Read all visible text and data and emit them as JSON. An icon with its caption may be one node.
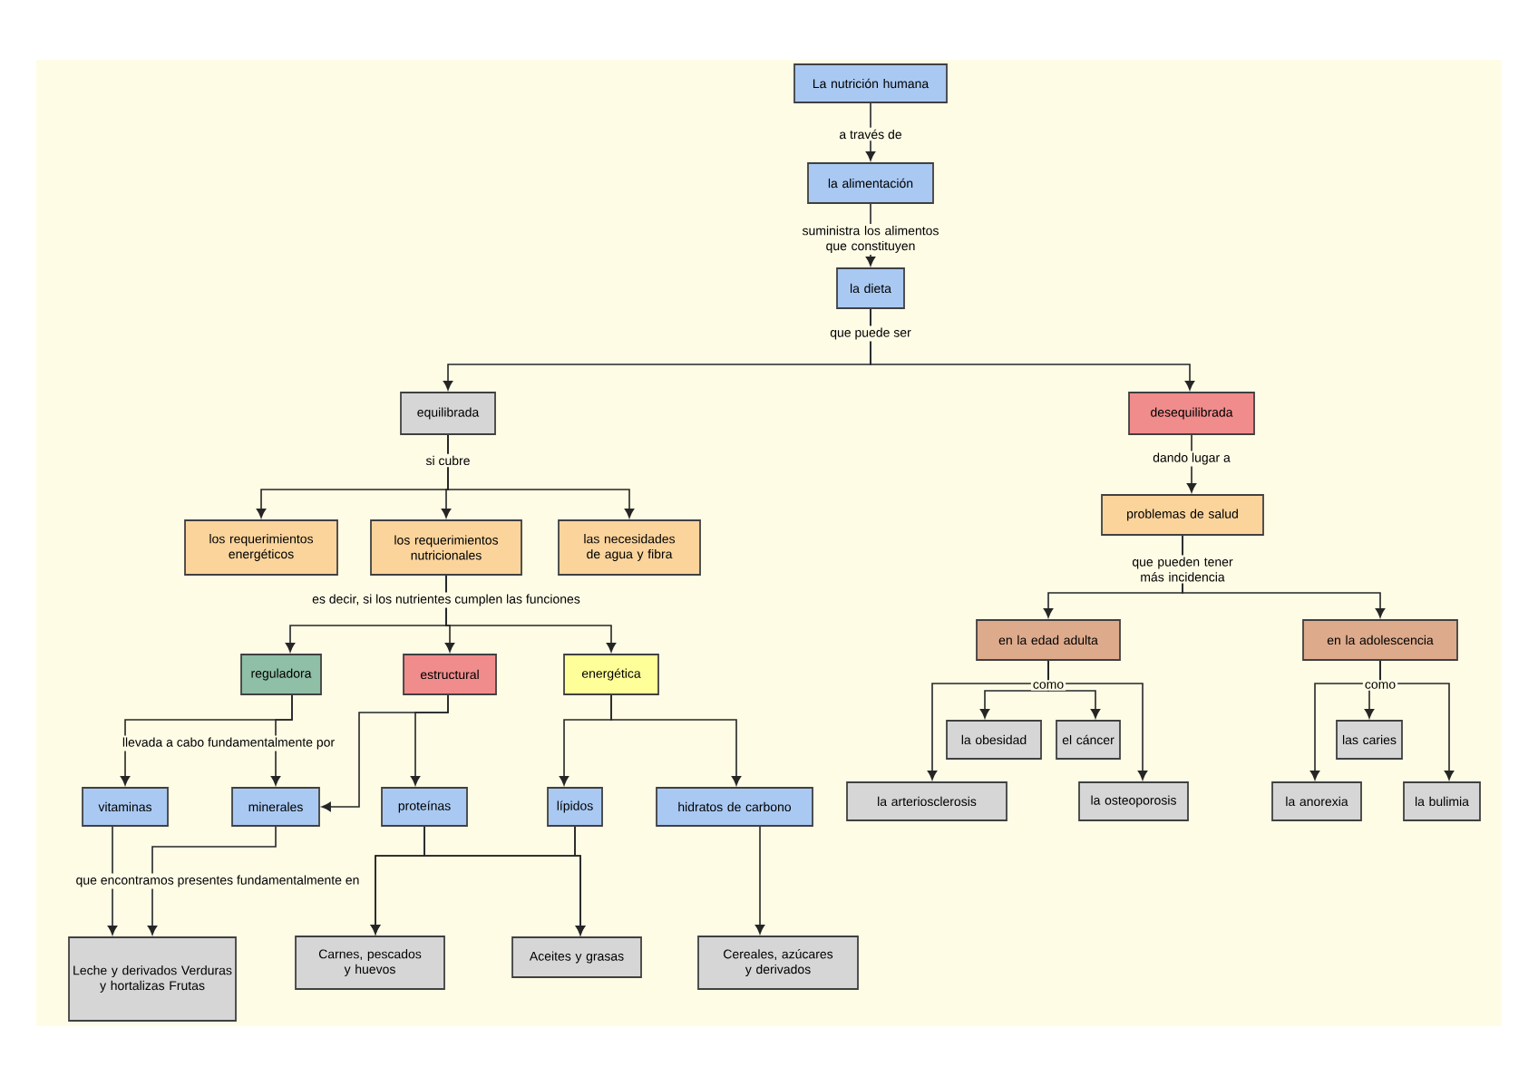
{
  "diagram": {
    "nodes": [
      {
        "text": [
          "La nutrición humana"
        ]
      },
      {
        "text": [
          "la alimentación"
        ]
      },
      {
        "text": [
          "la dieta"
        ]
      },
      {
        "text": [
          "equilibrada"
        ]
      },
      {
        "text": [
          "desequilibrada"
        ]
      },
      {
        "text": [
          "problemas de salud"
        ]
      },
      {
        "text": [
          "los requerimientos energéticos"
        ]
      },
      {
        "text": [
          "los requerimientos nutricionales"
        ]
      },
      {
        "text": [
          "las necesidades de agua y fibra"
        ]
      },
      {
        "text": [
          "reguladora"
        ]
      },
      {
        "text": [
          "estructural"
        ]
      },
      {
        "text": [
          "energética"
        ]
      },
      {
        "text": [
          "vitaminas"
        ]
      },
      {
        "text": [
          "minerales"
        ]
      },
      {
        "text": [
          "proteínas"
        ]
      },
      {
        "text": [
          "lípidos"
        ]
      },
      {
        "text": [
          "hidratos de carbono"
        ]
      },
      {
        "text": [
          "Leche y derivados Verduras y hortalizas Frutas"
        ]
      },
      {
        "text": [
          "Carnes, pescados y huevos"
        ]
      },
      {
        "text": [
          "Aceites y grasas"
        ]
      },
      {
        "text": [
          "Cereales, azúcares y derivados"
        ]
      },
      {
        "text": [
          "en la edad adulta"
        ]
      },
      {
        "text": [
          "en la adolescencia"
        ]
      },
      {
        "text": [
          "la obesidad"
        ]
      },
      {
        "text": [
          "el cáncer"
        ]
      },
      {
        "text": [
          "la arteriosclerosis"
        ]
      },
      {
        "text": [
          "la osteoporosis"
        ]
      },
      {
        "text": [
          "las caries"
        ]
      },
      {
        "text": [
          "la anorexia"
        ]
      },
      {
        "text": [
          "la bulimia"
        ]
      }
    ],
    "edges": [
      {
        "from": 0,
        "to": 1,
        "arrow": "to",
        "label": "a través de"
      },
      {
        "from": 1,
        "to": 2,
        "arrow": "to",
        "label": "suministra los alimentos que constituyen"
      },
      {
        "from": 2,
        "to": 3,
        "arrow": "to",
        "label": "que puede ser"
      },
      {
        "from": 2,
        "to": 4,
        "arrow": "to"
      },
      {
        "from": 3,
        "to": 6,
        "arrow": "to",
        "label": "si cubre"
      },
      {
        "from": 3,
        "to": 7,
        "arrow": "to"
      },
      {
        "from": 3,
        "to": 8,
        "arrow": "to"
      },
      {
        "from": 4,
        "to": 5,
        "arrow": "to",
        "label": "dando lugar a"
      },
      {
        "from": 7,
        "to": 9,
        "arrow": "to",
        "label": "es decir, si los nutrientes cumplen las funciones"
      },
      {
        "from": 7,
        "to": 10,
        "arrow": "to"
      },
      {
        "from": 7,
        "to": 11,
        "arrow": "to"
      },
      {
        "from": 9,
        "to": 12,
        "arrow": "to",
        "label": "llevada a cabo fundamentalmente por"
      },
      {
        "from": 9,
        "to": 13,
        "arrow": "to"
      },
      {
        "from": 10,
        "to": 13,
        "arrow": "to"
      },
      {
        "from": 10,
        "to": 14,
        "arrow": "to"
      },
      {
        "from": 11,
        "to": 15,
        "arrow": "to"
      },
      {
        "from": 11,
        "to": 16,
        "arrow": "to"
      },
      {
        "from": 5,
        "to": 21,
        "arrow": "to",
        "label": "que pueden tener más incidencia"
      },
      {
        "from": 5,
        "to": 22,
        "arrow": "to"
      },
      {
        "from": 21,
        "to": 23,
        "arrow": "to",
        "label": "como"
      },
      {
        "from": 21,
        "to": 24,
        "arrow": "to"
      },
      {
        "from": 21,
        "to": 25,
        "arrow": "to"
      },
      {
        "from": 21,
        "to": 26,
        "arrow": "to"
      },
      {
        "from": 22,
        "to": 27,
        "arrow": "to",
        "label": "como"
      },
      {
        "from": 22,
        "to": 28,
        "arrow": "to"
      },
      {
        "from": 22,
        "to": 29,
        "arrow": "to"
      },
      {
        "from": 12,
        "to": 17,
        "arrow": "to",
        "label": "que encontramos presentes fundamentalmente en"
      },
      {
        "from": 13,
        "to": 17,
        "arrow": "to"
      },
      {
        "from": 14,
        "to": 18,
        "arrow": "to"
      },
      {
        "from": 14,
        "to": 19,
        "arrow": "to"
      },
      {
        "from": 15,
        "to": 18,
        "arrow": "to"
      },
      {
        "from": 15,
        "to": 19,
        "arrow": "to"
      },
      {
        "from": 16,
        "to": 20,
        "arrow": "to"
      }
    ]
  }
}
